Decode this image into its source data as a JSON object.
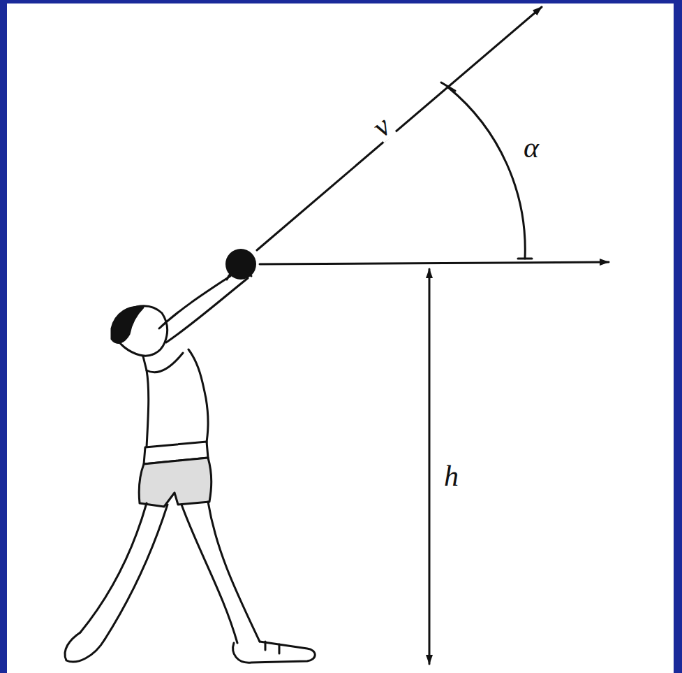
{
  "diagram": {
    "labels": [
      "v",
      "α",
      "h"
    ]
  }
}
